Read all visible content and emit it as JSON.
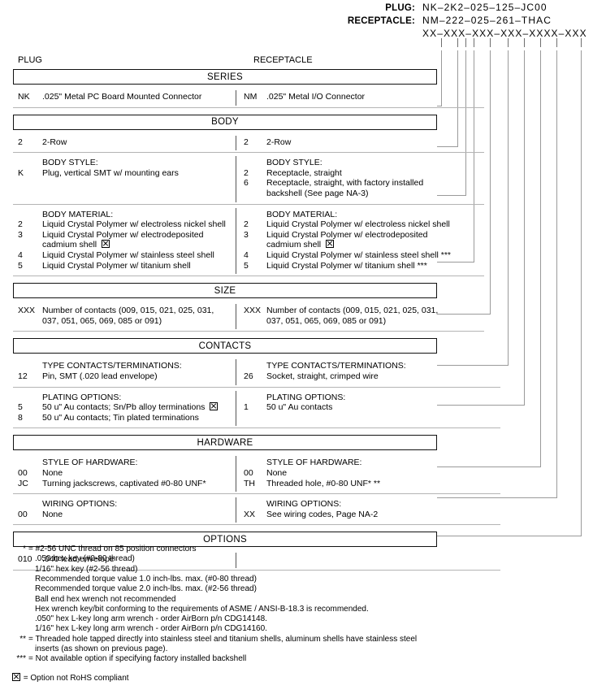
{
  "part_number": {
    "rows": [
      {
        "label": "PLUG:",
        "value": "NK–2K2–025–125–JC00"
      },
      {
        "label": "RECEPTACLE:",
        "value": "NM–222–025–261–THAC"
      },
      {
        "label": "",
        "value": "XX–XXX–XXX–XXX–XXXX–XXX"
      }
    ]
  },
  "columns": {
    "plug": "PLUG",
    "receptacle": "RECEPTACLE"
  },
  "sections": [
    {
      "title": "SERIES",
      "groups": [
        {
          "left": {
            "header": "",
            "items": [
              {
                "code": "NK",
                "text": ".025\" Metal PC Board Mounted Connector"
              }
            ]
          },
          "right": {
            "header": "",
            "items": [
              {
                "code": "NM",
                "text": ".025\" Metal I/O Connector"
              }
            ]
          }
        }
      ]
    },
    {
      "title": "BODY",
      "groups": [
        {
          "left": {
            "header": "",
            "items": [
              {
                "code": "2",
                "text": "2-Row"
              }
            ]
          },
          "right": {
            "header": "",
            "items": [
              {
                "code": "2",
                "text": "2-Row"
              }
            ]
          }
        },
        {
          "left": {
            "header": "BODY STYLE:",
            "items": [
              {
                "code": "K",
                "text": "Plug, vertical SMT w/ mounting ears"
              }
            ]
          },
          "right": {
            "header": "BODY STYLE:",
            "items": [
              {
                "code": "2",
                "text": "Receptacle, straight"
              },
              {
                "code": "6",
                "text": "Receptacle, straight, with factory installed\nbackshell (See page NA-3)"
              }
            ]
          }
        },
        {
          "left": {
            "header": "BODY MATERIAL:",
            "items": [
              {
                "code": "2",
                "text": "Liquid Crystal Polymer w/ electroless nickel shell"
              },
              {
                "code": "3",
                "text": "Liquid Crystal Polymer w/ electrodeposited\ncadmium shell",
                "rohs": true
              },
              {
                "code": "4",
                "text": "Liquid Crystal Polymer w/ stainless steel shell"
              },
              {
                "code": "5",
                "text": "Liquid Crystal Polymer w/ titanium shell"
              }
            ]
          },
          "right": {
            "header": "BODY MATERIAL:",
            "items": [
              {
                "code": "2",
                "text": "Liquid Crystal Polymer w/ electroless nickel shell"
              },
              {
                "code": "3",
                "text": "Liquid Crystal Polymer w/ electrodeposited\ncadmium shell",
                "rohs": true
              },
              {
                "code": "4",
                "text": "Liquid Crystal Polymer w/ stainless steel shell ***"
              },
              {
                "code": "5",
                "text": "Liquid Crystal Polymer w/ titanium shell ***"
              }
            ]
          }
        }
      ]
    },
    {
      "title": "SIZE",
      "groups": [
        {
          "left": {
            "header": "",
            "items": [
              {
                "code": "XXX",
                "text": "Number of contacts (009, 015, 021, 025, 031,\n037, 051, 065, 069, 085 or 091)"
              }
            ]
          },
          "right": {
            "header": "",
            "items": [
              {
                "code": "XXX",
                "text": "Number of contacts (009, 015, 021, 025, 031,\n037, 051, 065, 069,  085 or 091)"
              }
            ]
          }
        }
      ]
    },
    {
      "title": "CONTACTS",
      "groups": [
        {
          "left": {
            "header": "TYPE CONTACTS/TERMINATIONS:",
            "items": [
              {
                "code": "12",
                "text": "Pin, SMT (.020 lead envelope)"
              }
            ]
          },
          "right": {
            "header": "TYPE CONTACTS/TERMINATIONS:",
            "items": [
              {
                "code": "26",
                "text": "Socket, straight, crimped wire"
              }
            ]
          }
        },
        {
          "left": {
            "header": "PLATING OPTIONS:",
            "items": [
              {
                "code": "5",
                "text": "50 u\" Au contacts; Sn/Pb alloy terminations",
                "rohs": true
              },
              {
                "code": "8",
                "text": "50 u\" Au contacts; Tin plated terminations"
              }
            ]
          },
          "right": {
            "header": "PLATING OPTIONS:",
            "items": [
              {
                "code": "1",
                "text": "50 u\" Au contacts"
              }
            ]
          }
        }
      ]
    },
    {
      "title": "HARDWARE",
      "groups": [
        {
          "left": {
            "header": "STYLE OF HARDWARE:",
            "items": [
              {
                "code": "00",
                "text": "None"
              },
              {
                "code": "JC",
                "text": "Turning jackscrews, captivated #0-80 UNF*"
              }
            ]
          },
          "right": {
            "header": "STYLE OF HARDWARE:",
            "items": [
              {
                "code": "00",
                "text": "None"
              },
              {
                "code": "TH",
                "text": "Threaded hole, #0-80 UNF*  **"
              }
            ]
          }
        },
        {
          "left": {
            "header": "WIRING OPTIONS:",
            "items": [
              {
                "code": "00",
                "text": "None"
              }
            ]
          },
          "right": {
            "header": "WIRING OPTIONS:",
            "items": [
              {
                "code": "XX",
                "text": "See wiring codes, Page NA-2"
              }
            ]
          }
        }
      ]
    },
    {
      "title": "OPTIONS",
      "groups": [
        {
          "left": {
            "header": "",
            "items": [
              {
                "code": "010",
                "text": ".040 lead envelope"
              }
            ]
          },
          "right": {
            "header": "",
            "items": []
          }
        }
      ]
    }
  ],
  "footnotes": [
    {
      "mark": "*",
      "lines": [
        "= #2-56 UNC thread on 85 position connectors",
        ".050 hex key (#0-80 thread)",
        "1/16\" hex key (#2-56 thread)",
        "Recommended torque value 1.0 inch-lbs. max. (#0-80 thread)",
        "Recommended torque value 2.0 inch-lbs. max. (#2-56 thread)",
        "Ball end hex wrench not recommended",
        "Hex wrench key/bit conforming to the requirements of ASME / ANSI-B-18.3 is recommended.",
        ".050\" hex L-key long arm wrench - order AirBorn p/n CDG14148.",
        "1/16\" hex L-key long arm wrench - order AirBorn p/n CDG14160."
      ]
    },
    {
      "mark": "**",
      "lines": [
        "= Threaded hole tapped directly into stainless steel and titanium shells, aluminum shells have stainless steel",
        "inserts (as shown on previous page)."
      ]
    },
    {
      "mark": "***",
      "lines": [
        "= Not available option if specifying factory installed backshell"
      ]
    }
  ],
  "rohs_legend": {
    "text": "= Option not RoHS compliant"
  }
}
